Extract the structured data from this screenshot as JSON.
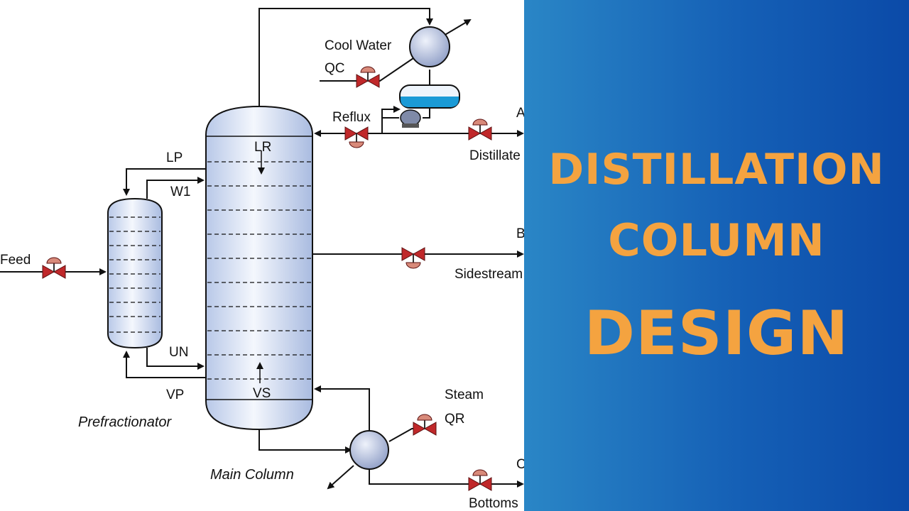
{
  "title": {
    "line1": "DISTILLATION",
    "line2": "COLUMN",
    "line3": "DESIGN"
  },
  "diagram": {
    "labels": {
      "cool_water": "Cool Water",
      "qc": "QC",
      "reflux": "Reflux",
      "a": "A",
      "distillate": "Distillate",
      "lp": "LP",
      "lr": "LR",
      "w1": "W1",
      "b": "B",
      "sidestream": "Sidestream",
      "feed": "Feed",
      "un": "UN",
      "vp": "VP",
      "vs": "VS",
      "prefractionator": "Prefractionator",
      "steam": "Steam",
      "qr": "QR",
      "main_column": "Main Column",
      "c": "C",
      "bottoms": "Bottoms"
    }
  },
  "colors": {
    "panel_start": "#2a86c6",
    "panel_end": "#0b4aa8",
    "title_text": "#f4a340",
    "valve_red": "#c0282a",
    "accent_line": "#5ec8e0",
    "drum_liquid": "#1a9ad6"
  }
}
